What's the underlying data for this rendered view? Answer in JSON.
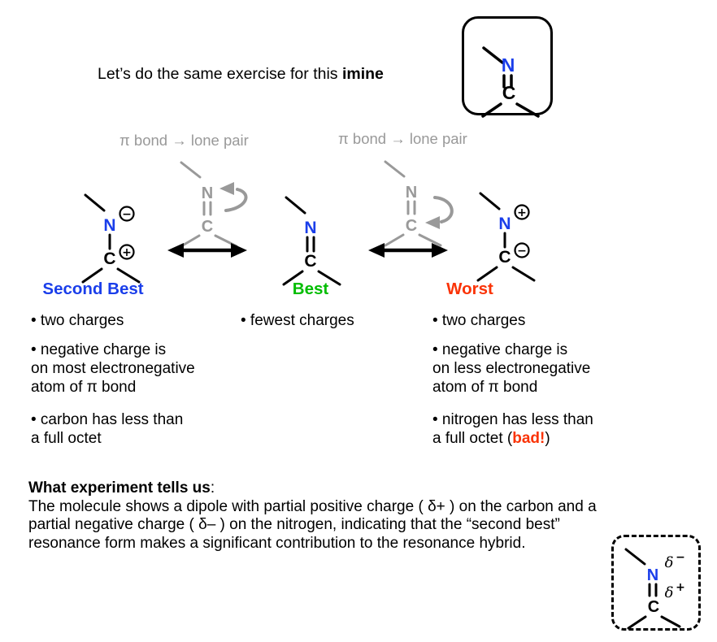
{
  "page": {
    "background": "#ffffff"
  },
  "colors": {
    "nitrogen_blue": "#1a3eea",
    "best_green": "#02bd02",
    "worst_red": "#fa3306",
    "gray_annotation": "#999999",
    "black": "#000000"
  },
  "title": {
    "prefix": "Let’s do the same exercise for this ",
    "emphasis": "imine"
  },
  "curved_arrow_labels": {
    "left": "π bond → lone pair",
    "right": "π bond → lone pair"
  },
  "atoms": {
    "nitrogen": "N",
    "carbon": "C"
  },
  "charges": {
    "minus": "−",
    "plus": "+"
  },
  "structure_labels": {
    "second_best": "Second Best",
    "best": "Best",
    "worst": "Worst"
  },
  "bullets": {
    "second_best": {
      "b1": "• two charges",
      "b2_line1": "• negative charge is",
      "b2_line2": "on most electronegative",
      "b2_line3": "atom of π bond",
      "b3_line1": "• carbon has less than",
      "b3_line2": "a full octet"
    },
    "best": {
      "b1": "• fewest charges"
    },
    "worst": {
      "b1": "• two charges",
      "b2_line1": "• negative charge is",
      "b2_line2": "on less electronegative",
      "b2_line3": "atom of π bond",
      "b3_line1": "• nitrogen has less than",
      "b3_line2_pre": "a full octet (",
      "b3_line2_bad": "bad!",
      "b3_line2_post": ")"
    }
  },
  "experiment": {
    "heading": "What experiment tells us",
    "colon": ":",
    "line1": "The molecule shows a dipole with partial positive charge  ( δ+ ) on the carbon and a",
    "line2": "partial negative charge  ( δ– ) on the nitrogen, indicating that the “second best”",
    "line3": "resonance form makes a significant contribution to the resonance hybrid."
  },
  "dipole_box": {
    "delta": "δ",
    "minus": "−",
    "plus": "+"
  }
}
